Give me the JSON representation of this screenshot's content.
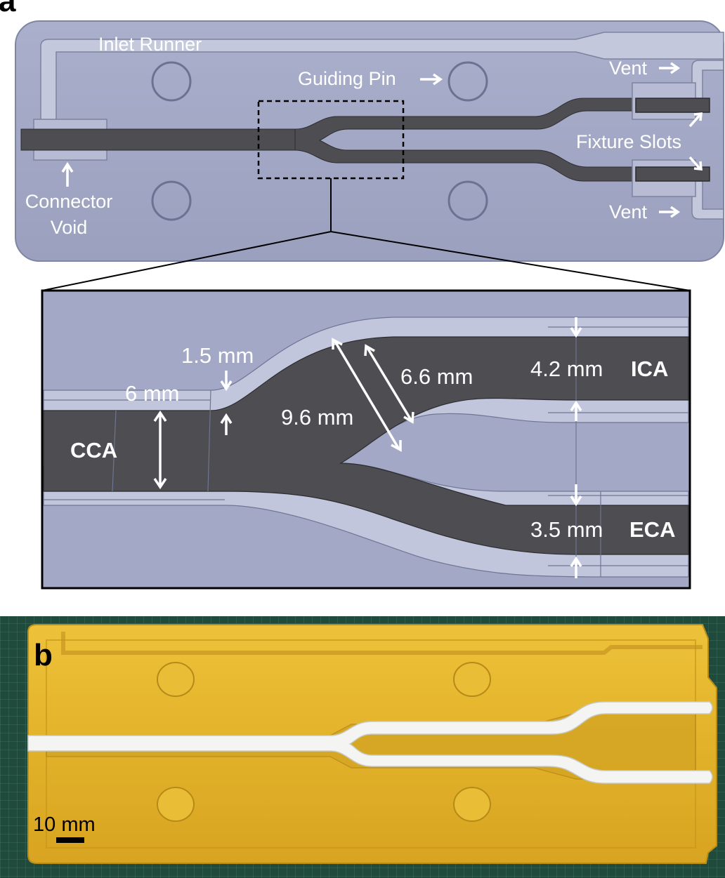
{
  "panel_a": {
    "letter": "a",
    "labels": {
      "inlet_runner": "Inlet Runner",
      "guiding_pin": "Guiding Pin",
      "vent_top": "Vent",
      "vent_bottom": "Vent",
      "fixture_slots": "Fixture Slots",
      "connector": "Connector",
      "void": "Void"
    }
  },
  "zoom": {
    "d_1_5": "1.5 mm",
    "d_6": "6 mm",
    "d_9_6": "9.6 mm",
    "d_6_6": "6.6 mm",
    "d_4_2": "4.2 mm",
    "d_3_5": "3.5 mm",
    "cca": "CCA",
    "ica": "ICA",
    "eca": "ECA"
  },
  "panel_b": {
    "letter": "b",
    "scale_bar": "10 mm"
  },
  "colors": {
    "mold_gray": "#a3a8c6",
    "channel_dark": "#4d4d52",
    "print_yellow": "#e3b52a",
    "cutting_mat": "#1f4a3c",
    "insert_white": "#f4f4f2"
  }
}
